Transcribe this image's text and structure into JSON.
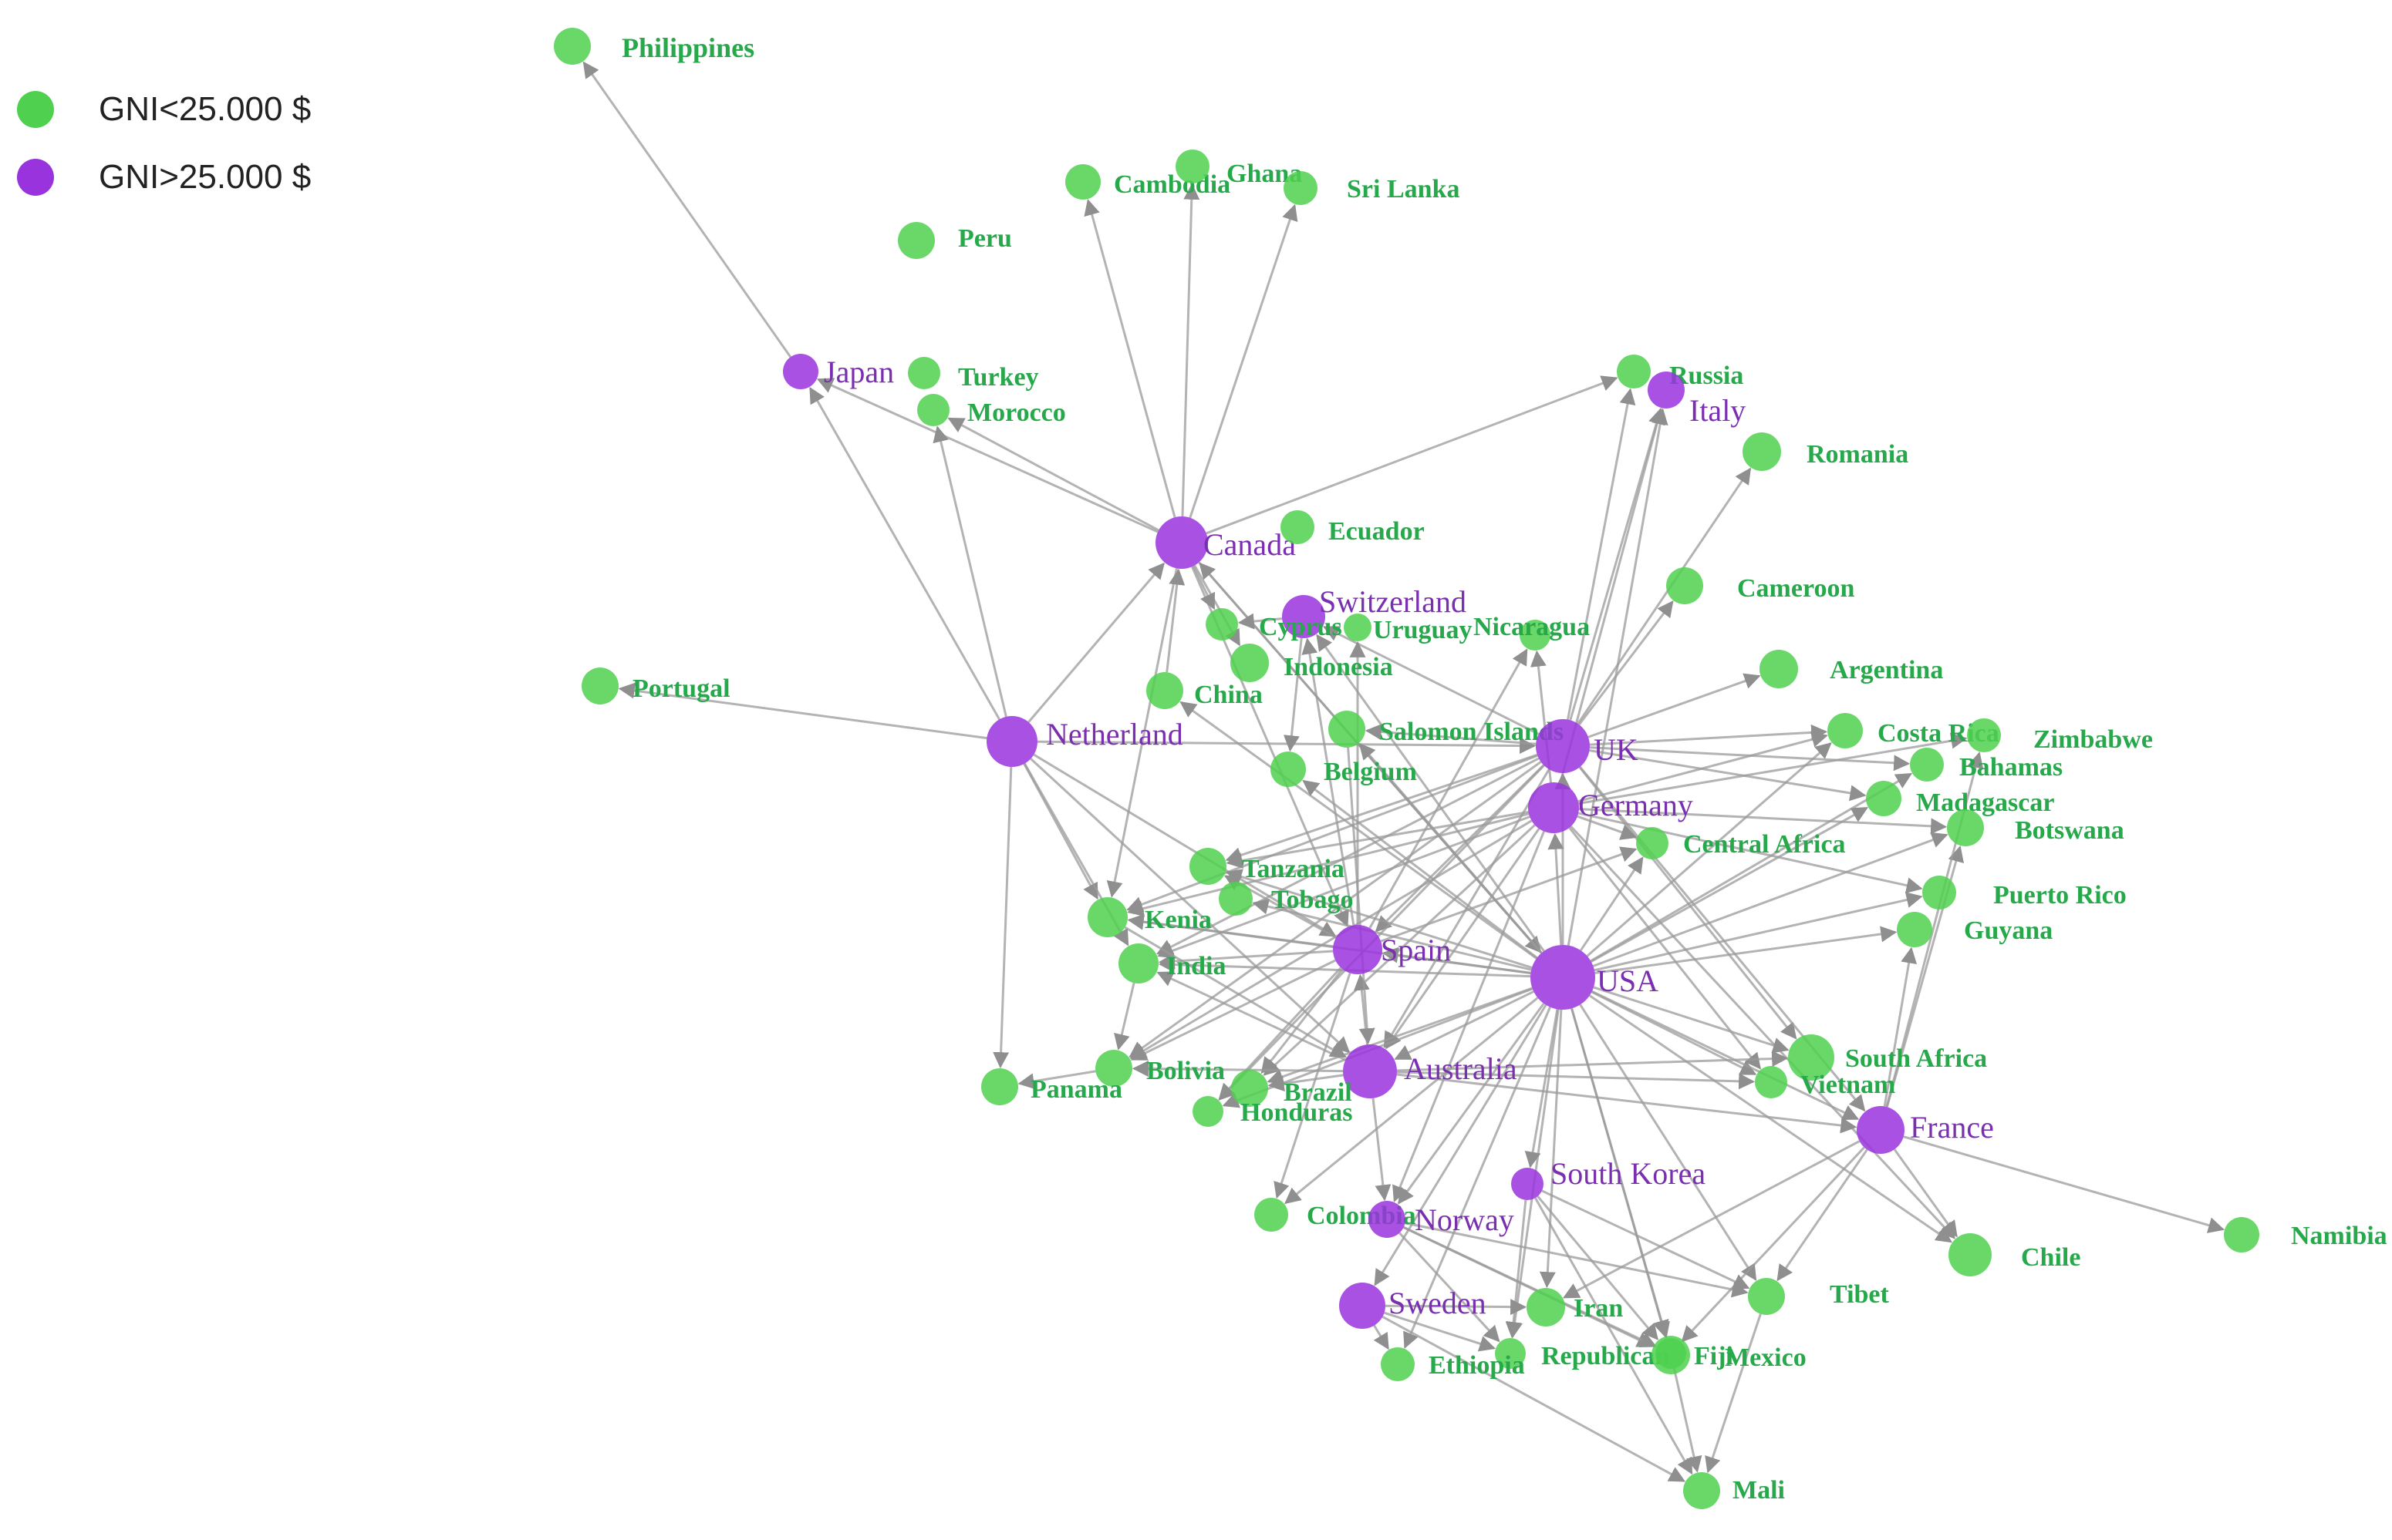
{
  "colors": {
    "low": "#4fd14f",
    "high": "#9933dd",
    "edge": "#9a9a9a",
    "low_text": "#27a84a",
    "high_text": "#7a2fb0"
  },
  "legend": [
    {
      "label": "GNI<25.000 $",
      "group": "low"
    },
    {
      "label": "GNI>25.000 $",
      "group": "high"
    }
  ],
  "nodes": [
    {
      "id": "philippines",
      "label": "Philippines",
      "group": "low"
    },
    {
      "id": "cambodia",
      "label": "Cambodia",
      "group": "low"
    },
    {
      "id": "ghana",
      "label": "Ghana",
      "group": "low"
    },
    {
      "id": "srilanka",
      "label": "Sri Lanka",
      "group": "low"
    },
    {
      "id": "peru",
      "label": "Peru",
      "group": "low"
    },
    {
      "id": "japan",
      "label": "Japan",
      "group": "high"
    },
    {
      "id": "turkey",
      "label": "Turkey",
      "group": "low"
    },
    {
      "id": "morocco",
      "label": "Morocco",
      "group": "low"
    },
    {
      "id": "russia",
      "label": "Russia",
      "group": "low"
    },
    {
      "id": "italy",
      "label": "Italy",
      "group": "high"
    },
    {
      "id": "romania",
      "label": "Romania",
      "group": "low"
    },
    {
      "id": "canada",
      "label": "Canada",
      "group": "high"
    },
    {
      "id": "ecuador",
      "label": "Ecuador",
      "group": "low"
    },
    {
      "id": "switzerland",
      "label": "Switzerland",
      "group": "high"
    },
    {
      "id": "cyprus",
      "label": "Cyprus",
      "group": "low"
    },
    {
      "id": "uruguay",
      "label": "Uruguay",
      "group": "low"
    },
    {
      "id": "nicaragua",
      "label": "Nicaragua",
      "group": "low"
    },
    {
      "id": "cameroon",
      "label": "Cameroon",
      "group": "low"
    },
    {
      "id": "indonesia",
      "label": "Indonesia",
      "group": "low"
    },
    {
      "id": "portugal",
      "label": "Portugal",
      "group": "low"
    },
    {
      "id": "argentina",
      "label": "Argentina",
      "group": "low"
    },
    {
      "id": "china",
      "label": "China",
      "group": "low"
    },
    {
      "id": "netherland",
      "label": "Netherland",
      "group": "high"
    },
    {
      "id": "salomon",
      "label": "Salomon Islands",
      "group": "low"
    },
    {
      "id": "uk",
      "label": "UK",
      "group": "high"
    },
    {
      "id": "costarica",
      "label": "Costa Rica",
      "group": "low"
    },
    {
      "id": "zimbabwe",
      "label": "Zimbabwe",
      "group": "low"
    },
    {
      "id": "bahamas",
      "label": "Bahamas",
      "group": "low"
    },
    {
      "id": "belgium",
      "label": "Belgium",
      "group": "low"
    },
    {
      "id": "germany",
      "label": "Germany",
      "group": "high"
    },
    {
      "id": "madagascar",
      "label": "Madagascar",
      "group": "low"
    },
    {
      "id": "botswana",
      "label": "Botswana",
      "group": "low"
    },
    {
      "id": "centralafrica",
      "label": "Central Africa",
      "group": "low"
    },
    {
      "id": "tanzania",
      "label": "Tanzania",
      "group": "low"
    },
    {
      "id": "tobago",
      "label": "Tobago",
      "group": "low"
    },
    {
      "id": "puertorico",
      "label": "Puerto Rico",
      "group": "low"
    },
    {
      "id": "kenia",
      "label": "Kenia",
      "group": "low"
    },
    {
      "id": "guyana",
      "label": "Guyana",
      "group": "low"
    },
    {
      "id": "spain",
      "label": "Spain",
      "group": "high"
    },
    {
      "id": "usa",
      "label": "USA",
      "group": "high"
    },
    {
      "id": "india",
      "label": "India",
      "group": "low"
    },
    {
      "id": "southafrica",
      "label": "South Africa",
      "group": "low"
    },
    {
      "id": "vietnam",
      "label": "Vietnam",
      "group": "low"
    },
    {
      "id": "bolivia",
      "label": "Bolivia",
      "group": "low"
    },
    {
      "id": "australia",
      "label": "Australia",
      "group": "high"
    },
    {
      "id": "panama",
      "label": "Panama",
      "group": "low"
    },
    {
      "id": "brazil",
      "label": "Brazil",
      "group": "low"
    },
    {
      "id": "honduras",
      "label": "Honduras",
      "group": "low"
    },
    {
      "id": "france",
      "label": "France",
      "group": "high"
    },
    {
      "id": "southkorea",
      "label": "South Korea",
      "group": "high"
    },
    {
      "id": "colombia",
      "label": "Colombia",
      "group": "low"
    },
    {
      "id": "norway",
      "label": "Norway",
      "group": "high"
    },
    {
      "id": "namibia",
      "label": "Namibia",
      "group": "low"
    },
    {
      "id": "chile",
      "label": "Chile",
      "group": "low"
    },
    {
      "id": "tibet",
      "label": "Tibet",
      "group": "low"
    },
    {
      "id": "sweden",
      "label": "Sweden",
      "group": "high"
    },
    {
      "id": "iran",
      "label": "Iran",
      "group": "low"
    },
    {
      "id": "republican",
      "label": "Republican",
      "group": "low"
    },
    {
      "id": "fiji",
      "label": "Fiji",
      "group": "low"
    },
    {
      "id": "mexico",
      "label": "Mexico",
      "group": "low"
    },
    {
      "id": "ethiopia",
      "label": "Ethiopia",
      "group": "low"
    },
    {
      "id": "mali",
      "label": "Mali",
      "group": "low"
    }
  ],
  "edges": [
    [
      "japan",
      "philippines"
    ],
    [
      "canada",
      "japan"
    ],
    [
      "canada",
      "cambodia"
    ],
    [
      "canada",
      "ghana"
    ],
    [
      "canada",
      "srilanka"
    ],
    [
      "canada",
      "russia"
    ],
    [
      "canada",
      "morocco"
    ],
    [
      "canada",
      "indonesia"
    ],
    [
      "canada",
      "kenia"
    ],
    [
      "canada",
      "spain"
    ],
    [
      "canada",
      "usa"
    ],
    [
      "canada",
      "cyprus"
    ],
    [
      "netherland",
      "portugal"
    ],
    [
      "netherland",
      "japan"
    ],
    [
      "netherland",
      "morocco"
    ],
    [
      "netherland",
      "canada"
    ],
    [
      "netherland",
      "uk"
    ],
    [
      "netherland",
      "kenia"
    ],
    [
      "netherland",
      "india"
    ],
    [
      "netherland",
      "panama"
    ],
    [
      "netherland",
      "australia"
    ],
    [
      "netherland",
      "spain"
    ],
    [
      "uk",
      "russia"
    ],
    [
      "uk",
      "italy"
    ],
    [
      "uk",
      "romania"
    ],
    [
      "uk",
      "cameroon"
    ],
    [
      "uk",
      "argentina"
    ],
    [
      "uk",
      "switzerland"
    ],
    [
      "uk",
      "salomon"
    ],
    [
      "uk",
      "tanzania"
    ],
    [
      "uk",
      "kenia"
    ],
    [
      "uk",
      "spain"
    ],
    [
      "uk",
      "australia"
    ],
    [
      "uk",
      "south africa"
    ],
    [
      "uk",
      "france"
    ],
    [
      "uk",
      "bahamas"
    ],
    [
      "uk",
      "madagascar"
    ],
    [
      "uk",
      "costarica"
    ],
    [
      "uk",
      "india"
    ],
    [
      "uk",
      "honduras"
    ],
    [
      "uk",
      "bolivia"
    ],
    [
      "germany",
      "italy"
    ],
    [
      "germany",
      "costarica"
    ],
    [
      "germany",
      "zimbabwe"
    ],
    [
      "germany",
      "botswana"
    ],
    [
      "germany",
      "puertorico"
    ],
    [
      "germany",
      "kenia"
    ],
    [
      "germany",
      "india"
    ],
    [
      "germany",
      "tanzania"
    ],
    [
      "germany",
      "centralafrica"
    ],
    [
      "germany",
      "australia"
    ],
    [
      "germany",
      "vietnam"
    ],
    [
      "germany",
      "bolivia"
    ],
    [
      "germany",
      "brazil"
    ],
    [
      "germany",
      "chile"
    ],
    [
      "germany",
      "norway"
    ],
    [
      "germany",
      "nicaragua"
    ],
    [
      "usa",
      "uk"
    ],
    [
      "usa",
      "germany"
    ],
    [
      "usa",
      "canada"
    ],
    [
      "usa",
      "china"
    ],
    [
      "usa",
      "belgium"
    ],
    [
      "usa",
      "switzerland"
    ],
    [
      "usa",
      "centralafrica"
    ],
    [
      "usa",
      "madagascar"
    ],
    [
      "usa",
      "bahamas"
    ],
    [
      "usa",
      "botswana"
    ],
    [
      "usa",
      "puertorico"
    ],
    [
      "usa",
      "guyana"
    ],
    [
      "usa",
      "costarica"
    ],
    [
      "usa",
      "southafrica"
    ],
    [
      "usa",
      "vietnam"
    ],
    [
      "usa",
      "france"
    ],
    [
      "usa",
      "chile"
    ],
    [
      "usa",
      "tibet"
    ],
    [
      "usa",
      "mexico"
    ],
    [
      "usa",
      "fiji"
    ],
    [
      "usa",
      "iran"
    ],
    [
      "usa",
      "republican"
    ],
    [
      "usa",
      "southkorea"
    ],
    [
      "usa",
      "sweden"
    ],
    [
      "usa",
      "colombia"
    ],
    [
      "usa",
      "australia"
    ],
    [
      "usa",
      "spain"
    ],
    [
      "usa",
      "india"
    ],
    [
      "usa",
      "kenia"
    ],
    [
      "usa",
      "tanzania"
    ],
    [
      "usa",
      "tobago"
    ],
    [
      "usa",
      "honduras"
    ],
    [
      "usa",
      "brazil"
    ],
    [
      "usa",
      "norway"
    ],
    [
      "usa",
      "ethiopia"
    ],
    [
      "usa",
      "italy"
    ],
    [
      "usa",
      "salomon"
    ],
    [
      "spain",
      "india"
    ],
    [
      "spain",
      "kenia"
    ],
    [
      "spain",
      "tanzania"
    ],
    [
      "spain",
      "brazil"
    ],
    [
      "spain",
      "bolivia"
    ],
    [
      "spain",
      "honduras"
    ],
    [
      "spain",
      "colombia"
    ],
    [
      "spain",
      "uruguay"
    ],
    [
      "spain",
      "switzerland"
    ],
    [
      "spain",
      "nicaragua"
    ],
    [
      "spain",
      "centralafrica"
    ],
    [
      "australia",
      "brazil"
    ],
    [
      "australia",
      "bolivia"
    ],
    [
      "australia",
      "india"
    ],
    [
      "australia",
      "southafrica"
    ],
    [
      "australia",
      "france"
    ],
    [
      "australia",
      "norway"
    ],
    [
      "australia",
      "spain"
    ],
    [
      "australia",
      "vietnam"
    ],
    [
      "france",
      "namibia"
    ],
    [
      "france",
      "chile"
    ],
    [
      "france",
      "tibet"
    ],
    [
      "france",
      "mexico"
    ],
    [
      "france",
      "guyana"
    ],
    [
      "france",
      "botswana"
    ],
    [
      "france",
      "zimbabwe"
    ],
    [
      "france",
      "iran"
    ],
    [
      "southkorea",
      "fiji"
    ],
    [
      "southkorea",
      "mali"
    ],
    [
      "southkorea",
      "republican"
    ],
    [
      "southkorea",
      "tibet"
    ],
    [
      "sweden",
      "mali"
    ],
    [
      "sweden",
      "ethiopia"
    ],
    [
      "sweden",
      "iran"
    ],
    [
      "sweden",
      "republican"
    ],
    [
      "norway",
      "fiji"
    ],
    [
      "norway",
      "mexico"
    ],
    [
      "norway",
      "republican"
    ],
    [
      "norway",
      "tibet"
    ],
    [
      "mexico",
      "mali"
    ],
    [
      "switzerland",
      "belgium"
    ],
    [
      "switzerland",
      "cyprus"
    ],
    [
      "china",
      "canada"
    ],
    [
      "tibet",
      "mali"
    ],
    [
      "bolivia",
      "panama"
    ],
    [
      "india",
      "bolivia"
    ],
    [
      "kenia",
      "australia"
    ],
    [
      "salomon",
      "australia"
    ]
  ]
}
